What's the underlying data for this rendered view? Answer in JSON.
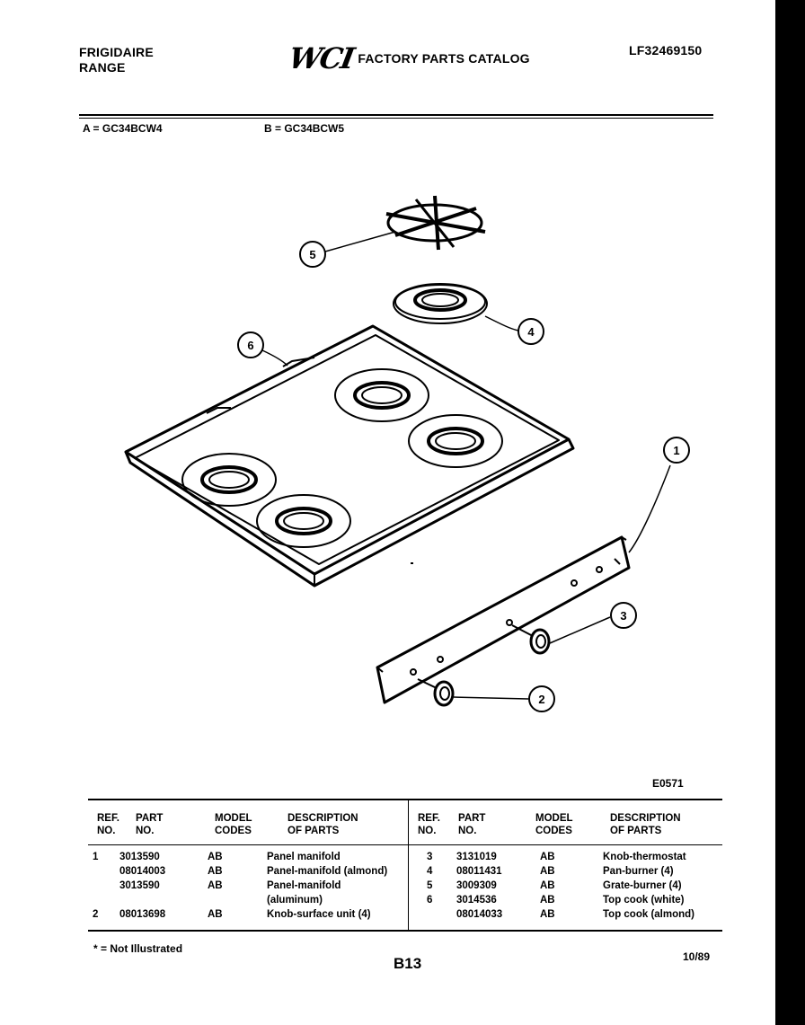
{
  "header": {
    "brand_line1": "FRIGIDAIRE",
    "brand_line2": "RANGE",
    "logo_text": "WCI",
    "catalog_title": "FACTORY PARTS CATALOG",
    "catalog_number": "LF32469150"
  },
  "models": {
    "a": "A = GC34BCW4",
    "b": "B = GC34BCW5"
  },
  "diagram": {
    "callouts": [
      "1",
      "2",
      "3",
      "4",
      "5",
      "6"
    ],
    "code": "E0571"
  },
  "table": {
    "headers": {
      "ref_l1": "REF.",
      "ref_l2": "NO.",
      "part_l1": "PART",
      "part_l2": "NO.",
      "model_l1": "MODEL",
      "model_l2": "CODES",
      "desc_l1": "DESCRIPTION",
      "desc_l2": "OF PARTS"
    },
    "left_rows": [
      {
        "ref": "1",
        "part": "3013590",
        "codes": "AB",
        "desc": "Panel manifold"
      },
      {
        "ref": "",
        "part": "08014003",
        "codes": "AB",
        "desc": "Panel-manifold (almond)"
      },
      {
        "ref": "",
        "part": "3013590",
        "codes": "AB",
        "desc": "Panel-manifold"
      },
      {
        "ref": "",
        "part": "",
        "codes": "",
        "desc": "(aluminum)"
      },
      {
        "ref": "2",
        "part": "08013698",
        "codes": "AB",
        "desc": "Knob-surface unit (4)"
      }
    ],
    "right_rows": [
      {
        "ref": "3",
        "part": "3131019",
        "codes": "AB",
        "desc": "Knob-thermostat"
      },
      {
        "ref": "4",
        "part": "08011431",
        "codes": "AB",
        "desc": "Pan-burner (4)"
      },
      {
        "ref": "5",
        "part": "3009309",
        "codes": "AB",
        "desc": "Grate-burner (4)"
      },
      {
        "ref": "6",
        "part": "3014536",
        "codes": "AB",
        "desc": "Top cook (white)"
      },
      {
        "ref": "",
        "part": "08014033",
        "codes": "AB",
        "desc": "Top cook (almond)"
      }
    ]
  },
  "footer": {
    "note": "* = Not Illustrated",
    "page": "B13",
    "date": "10/89"
  }
}
